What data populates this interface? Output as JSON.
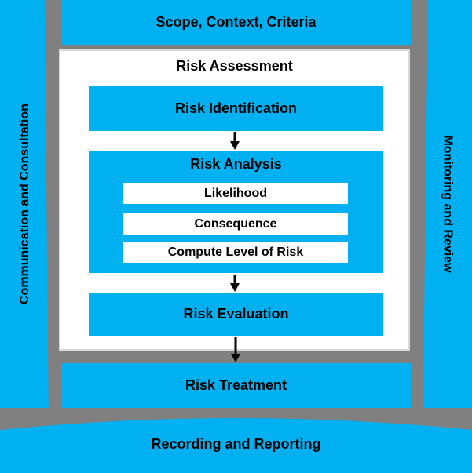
{
  "diagram": {
    "title": "Risk Assessment",
    "top_bar": "Scope, Context, Criteria",
    "left_bar": "Communication and Consultation",
    "right_bar": "Monitoring and Review",
    "treatment": "Risk Treatment",
    "bottom_bar": "Recording and Reporting",
    "steps": [
      {
        "label": "Risk Identification"
      },
      {
        "label": "Risk Analysis",
        "sub_steps": [
          "Likelihood",
          "Consequence",
          "Compute Level of Risk"
        ]
      },
      {
        "label": "Risk Evaluation"
      }
    ],
    "icons": {
      "flow_arrow": "arrow-down"
    },
    "colors": {
      "accent_blue": "#00B0F0",
      "background_gray": "#808080",
      "panel_white": "#FFFFFF",
      "panel_border": "#D9D9D9",
      "text_black": "#000000"
    }
  }
}
